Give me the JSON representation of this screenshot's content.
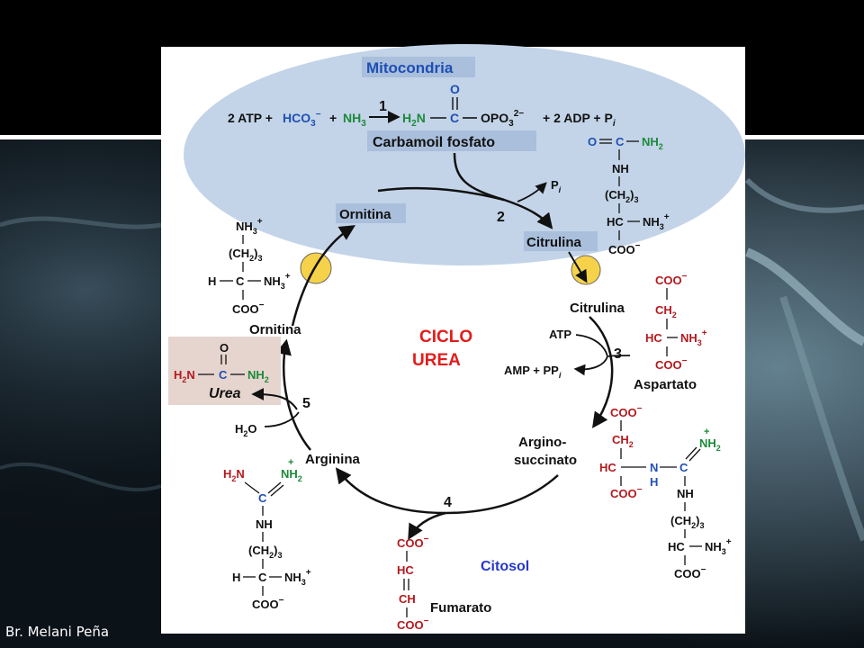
{
  "slide": {
    "author": "Br. Melani Peña"
  },
  "colors": {
    "blue": "#1f4fb4",
    "green": "#1c8a3a",
    "red": "#b4191e",
    "black": "#111111",
    "mito_fill": "#c3d4e8",
    "transporter": "#f6d24a",
    "urea_box": "#e6d5cf",
    "title_red": "#e31c1c",
    "cytosol_blue": "#2638c8"
  },
  "compartments": {
    "mitochondria": "Mitocondria",
    "cytosol": "Citosol"
  },
  "title": {
    "line1": "CICLO",
    "line2": "UREA"
  },
  "steps": [
    "1",
    "2",
    "3",
    "4",
    "5"
  ],
  "reaction1": {
    "atp": "2 ATP +",
    "hco3": "HCO",
    "hco3_sub": "3",
    "hco3_sup": "−",
    "plus1": "+",
    "nh3": "NH",
    "nh3_sub": "3",
    "product_n": "H",
    "product_n_sub": "2",
    "product_n2": "N",
    "product_c": "C",
    "product_o": "O",
    "product_opo": "OPO",
    "product_opo_sub": "3",
    "product_opo_sup": "2−",
    "adp": "+ 2 ADP + P",
    "adp_sub": "i"
  },
  "metabolites": {
    "carbamoil": "Carbamoil  fosfato",
    "ornitina_mito": "Ornitina",
    "citrulina_mito": "Citrulina",
    "citrulina_cyto": "Citrulina",
    "ornitina_cyto": "Ornitina",
    "aspartato": "Aspartato",
    "argininosuccinato_1": "Argino-",
    "argininosuccinato_2": "succinato",
    "arginina": "Arginina",
    "fumarato": "Fumarato",
    "urea": "Urea"
  },
  "cofactors": {
    "pi": "P",
    "pi_sub": "i",
    "atp": "ATP",
    "amp": "AMP + PP",
    "amp_sub": "i",
    "h2o": "H",
    "h2o_sub": "2",
    "h2o_o": "O"
  },
  "atoms": {
    "O": "O",
    "C": "C",
    "N": "N",
    "H": "H",
    "NH": "NH",
    "NH2": "NH",
    "NH3": "NH",
    "CH2": "CH",
    "COO": "COO",
    "sub2": "2",
    "sub3": "3",
    "plus": "+",
    "minus": "−",
    "dash": "—",
    "eq": "="
  }
}
